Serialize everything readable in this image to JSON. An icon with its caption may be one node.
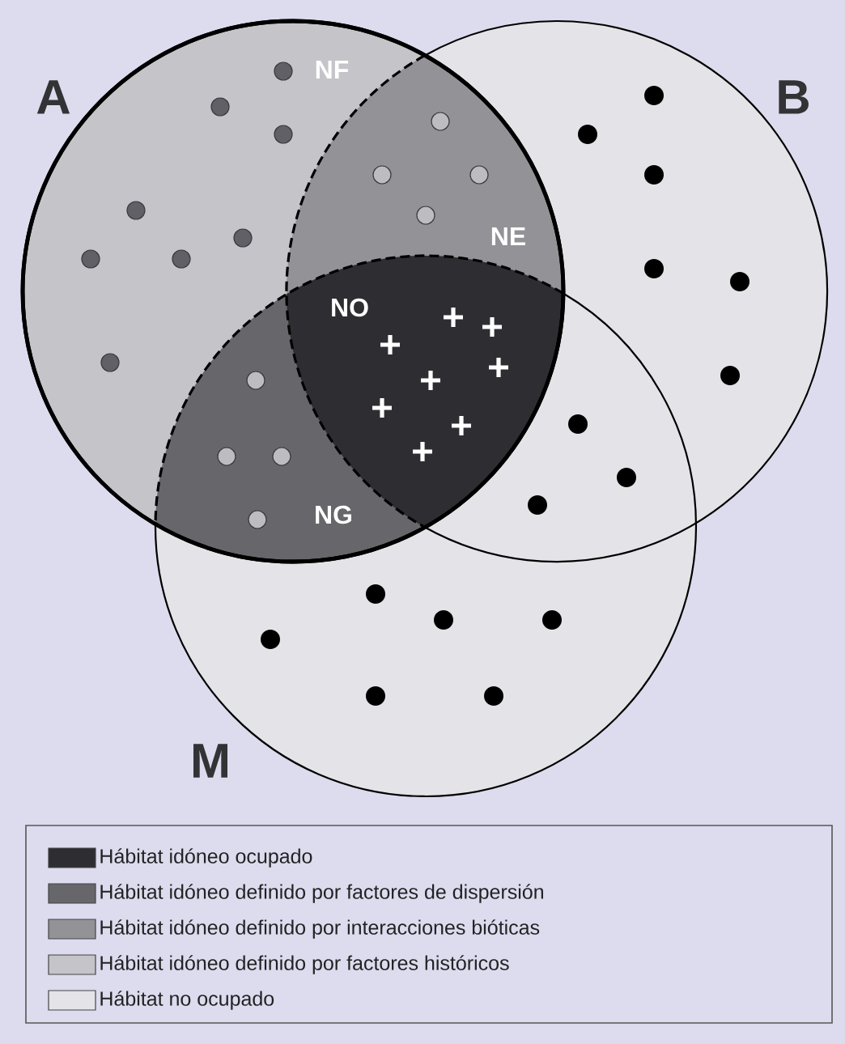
{
  "diagram": {
    "nodes": [
      {
        "text": [
          "A"
        ]
      },
      {
        "text": [
          "B"
        ]
      },
      {
        "text": [
          "M"
        ]
      }
    ],
    "labels": [
      "NF",
      "NE",
      "NO",
      "NG"
    ],
    "legend": [
      {
        "text": "Hábitat idóneo ocupado",
        "color": "#2e2e32"
      },
      {
        "text": "Hábitat idóneo definido por factores de dispersión",
        "color": "#66666b"
      },
      {
        "text": "Hábitat idóneo definido por interacciones bióticas",
        "color": "#929297"
      },
      {
        "text": "Hábitat idóneo definido por factores históricos",
        "color": "#c4c4c9"
      },
      {
        "text": "Hábitat no ocupado",
        "color": "#e4e4e8"
      }
    ]
  }
}
